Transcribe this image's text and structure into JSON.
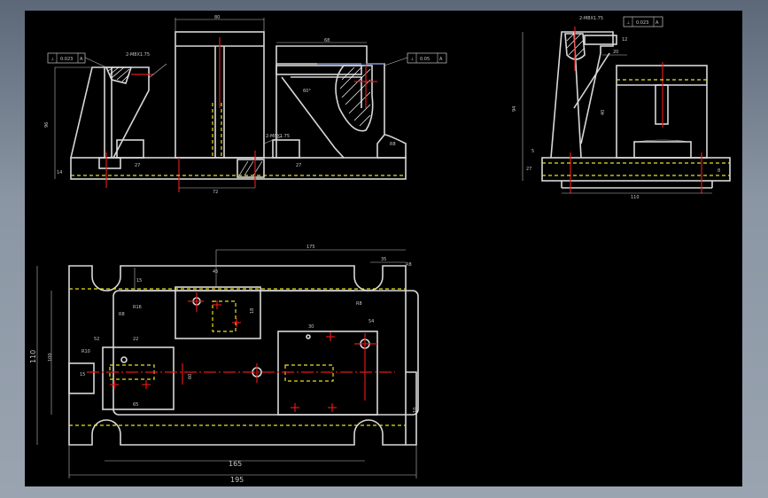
{
  "drawing": {
    "background": "#000000",
    "line_color": "#d8d8d8",
    "centerline_color": "#e01818",
    "hidden_line_color": "#e8e020",
    "tolerances": [
      {
        "symbol": "⊥",
        "value": "0.023",
        "datum": "A"
      },
      {
        "symbol": "⊥",
        "value": "0.05",
        "datum": "A"
      },
      {
        "symbol": "⊥",
        "value": "0.023",
        "datum": "A"
      }
    ],
    "front_dims": {
      "top_width": "80",
      "width_72": "72",
      "height_96": "96",
      "dim_68": "68",
      "dim_14": "14",
      "dim_27a": "27",
      "dim_27b": "27",
      "r_label": "R8",
      "thread_1": "2-M8X1.75",
      "thread_2": "2-M8X1.75",
      "angle": "60°"
    },
    "side_dims": {
      "thread": "2-M8X1.75",
      "width_110": "110",
      "height_94": "94",
      "dim_20": "20",
      "dim_12": "12",
      "dim_40": "40",
      "dim_27": "27",
      "dim_5": "5",
      "dim_8": "8"
    },
    "plan_dims": {
      "overall_width": "195",
      "inner_width": "165",
      "width_175": "175",
      "height_110": "110",
      "height_100": "100",
      "dim_35": "35",
      "dim_15": "15",
      "dim_45": "45",
      "dim_60": "60",
      "dim_30": "30",
      "dim_18": "18",
      "dim_54": "54",
      "dim_10": "10",
      "dim_52": "52",
      "dim_22": "22",
      "dim_65": "65",
      "dim_15b": "15",
      "radius_r8a": "R8",
      "radius_r8b": "R8",
      "radius_r10": "R10",
      "radius_r8c": "R8",
      "radius_r16": "R16"
    }
  }
}
